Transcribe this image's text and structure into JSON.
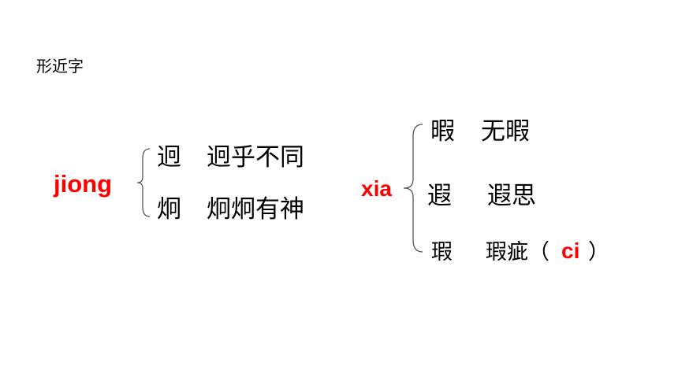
{
  "title": "形近字",
  "groups": {
    "jiong": {
      "pinyin": "jiong",
      "entries": [
        {
          "char": "迥",
          "word": "迥乎不同"
        },
        {
          "char": "炯",
          "word": "炯炯有神"
        }
      ]
    },
    "xia": {
      "pinyin": "xia",
      "entries": [
        {
          "char": "暇",
          "word": "无暇"
        },
        {
          "char": "遐",
          "word": "遐思"
        },
        {
          "char": "瑕",
          "word": "瑕疵（",
          "note_pinyin": "ci",
          "close": "）"
        }
      ]
    }
  },
  "colors": {
    "pinyin": "#ff0000",
    "text": "#000000",
    "brace": "#555555"
  }
}
